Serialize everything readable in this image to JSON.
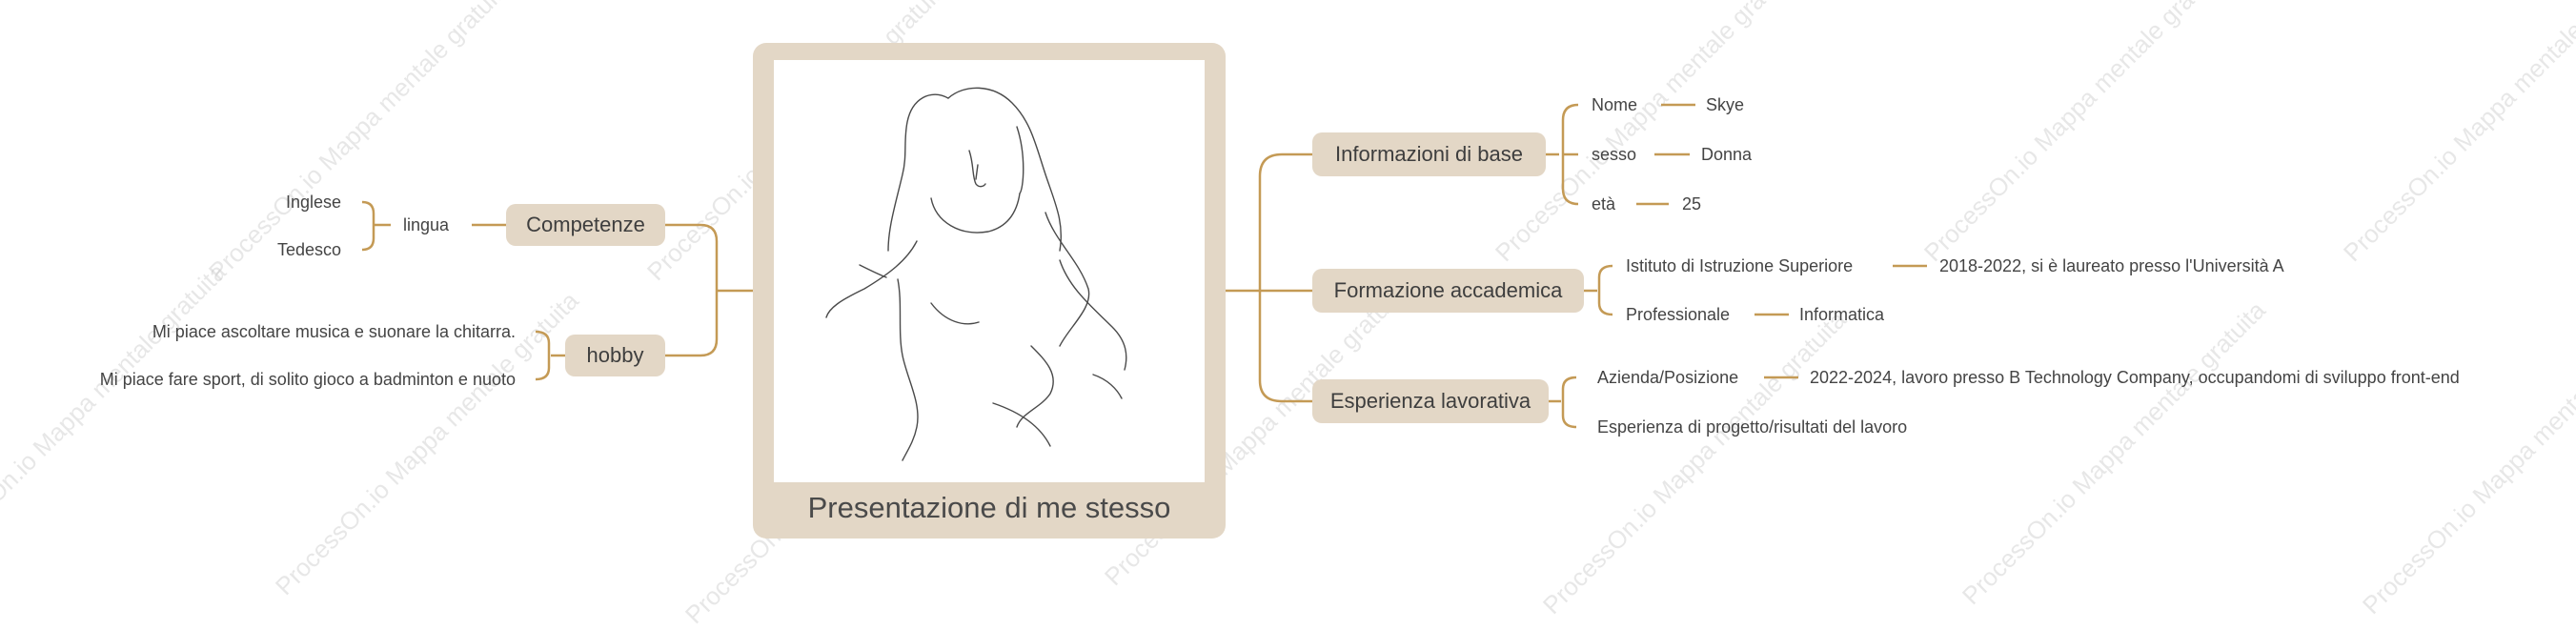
{
  "watermark_text": "ProcessOn.io Mappa mentale gratuita",
  "center": {
    "title": "Presentazione di me stesso"
  },
  "colors": {
    "line": "#c49a55",
    "node_bg": "#e3d7c6"
  },
  "right": {
    "info": {
      "label": "Informazioni di base",
      "items": [
        {
          "k": "Nome",
          "v": "Skye"
        },
        {
          "k": "sesso",
          "v": "Donna"
        },
        {
          "k": "età",
          "v": "25"
        }
      ]
    },
    "edu": {
      "label": "Formazione accademica",
      "items": [
        {
          "k": "Istituto di Istruzione Superiore",
          "v": "2018-2022, si è laureato presso l'Università A"
        },
        {
          "k": "Professionale",
          "v": "Informatica"
        }
      ]
    },
    "work": {
      "label": "Esperienza lavorativa",
      "items": [
        {
          "k": "Azienda/Posizione",
          "v": "2022-2024, lavoro presso B Technology Company, occupandomi di sviluppo front-end"
        },
        {
          "k": "Esperienza di progetto/risultati del lavoro"
        }
      ]
    }
  },
  "left": {
    "skills": {
      "label": "Competenze",
      "sub": "lingua",
      "items": [
        "Inglese",
        "Tedesco"
      ]
    },
    "hobby": {
      "label": "hobby",
      "items": [
        "Mi piace ascoltare musica e suonare la chitarra.",
        "Mi piace fare sport, di solito gioco a badminton e nuoto"
      ]
    }
  }
}
